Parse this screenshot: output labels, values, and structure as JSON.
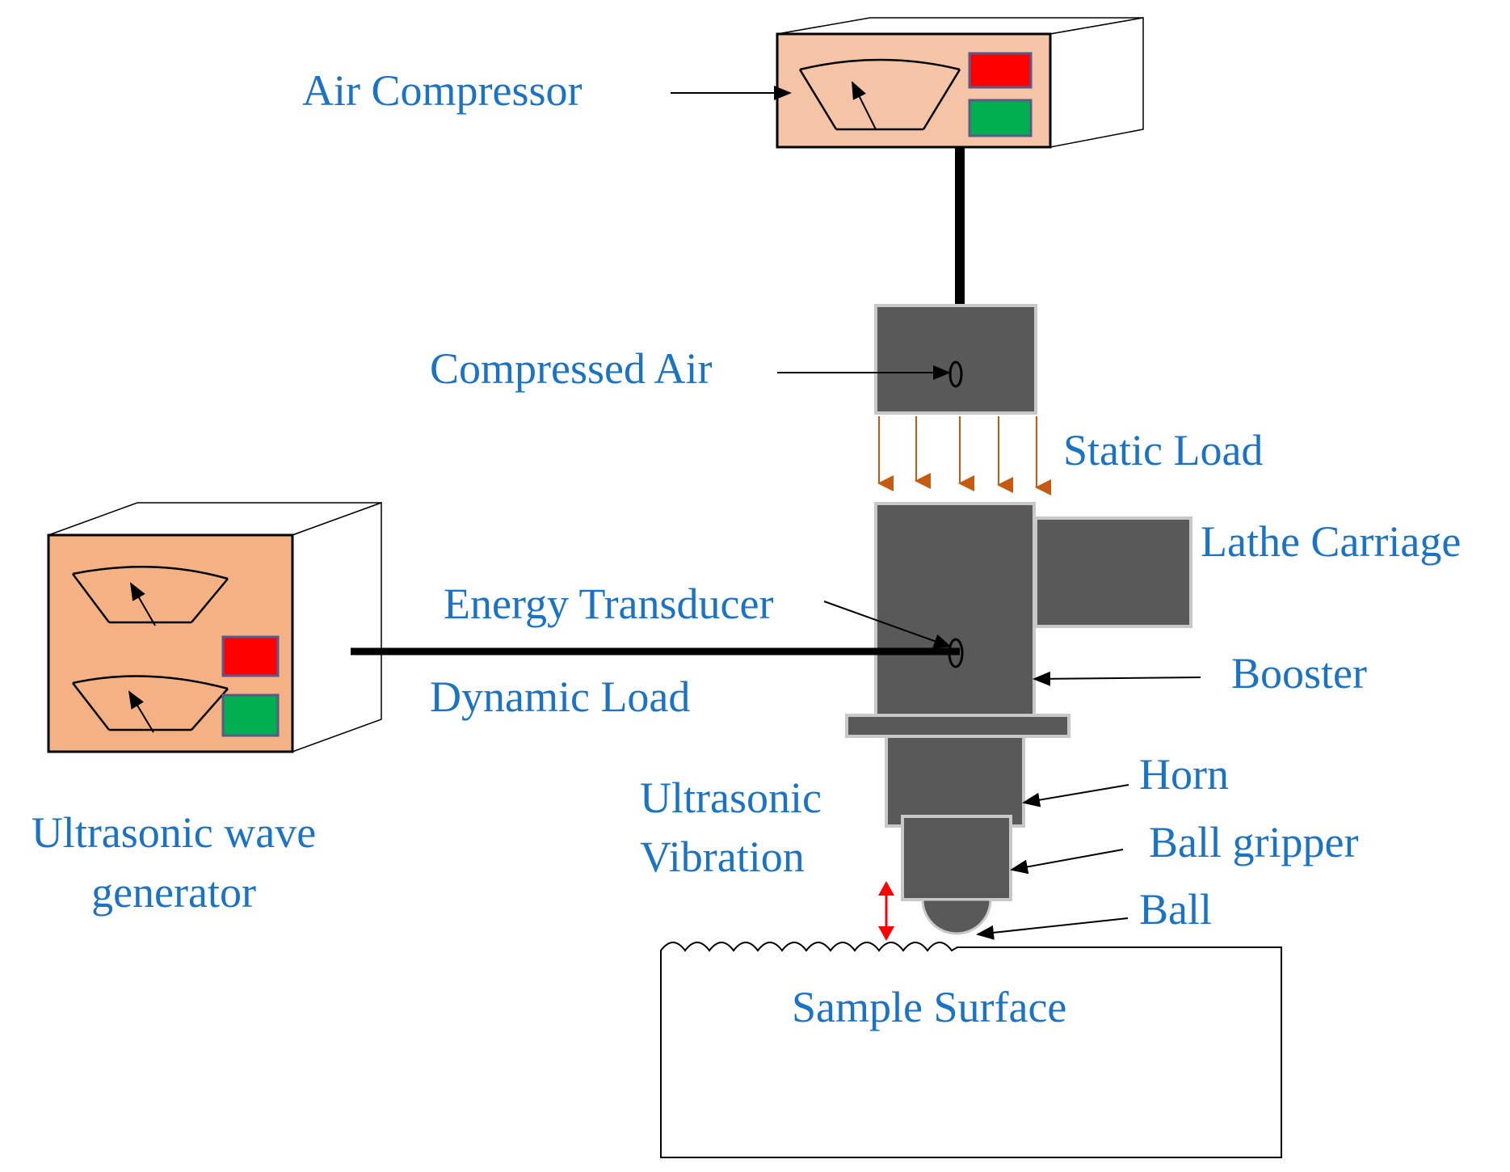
{
  "labels": {
    "air_compressor": "Air Compressor",
    "compressed_air": "Compressed Air",
    "static_load": "Static Load",
    "lathe_carriage": "Lathe Carriage",
    "energy_transducer": "Energy Transducer",
    "dynamic_load": "Dynamic Load",
    "booster": "Booster",
    "horn": "Horn",
    "ball_gripper": "Ball gripper",
    "ball": "Ball",
    "ultrasonic_vibration_line1": "Ultrasonic",
    "ultrasonic_vibration_line2": "Vibration",
    "generator_line1": "Ultrasonic wave",
    "generator_line2": "generator",
    "sample_surface": "Sample Surface"
  },
  "colors": {
    "label": "#1a73c4",
    "device_face": "#f5c4a6",
    "generator_face": "#f4b183",
    "indicator_red": "#ff0000",
    "indicator_green": "#00b050",
    "tool_body": "#595959",
    "static_arrow": "#c55a11",
    "vibration_arrow": "#ff0000"
  },
  "icons": {
    "compressor_gauge": "gauge-icon",
    "generator_gauges": "gauge-icon"
  }
}
